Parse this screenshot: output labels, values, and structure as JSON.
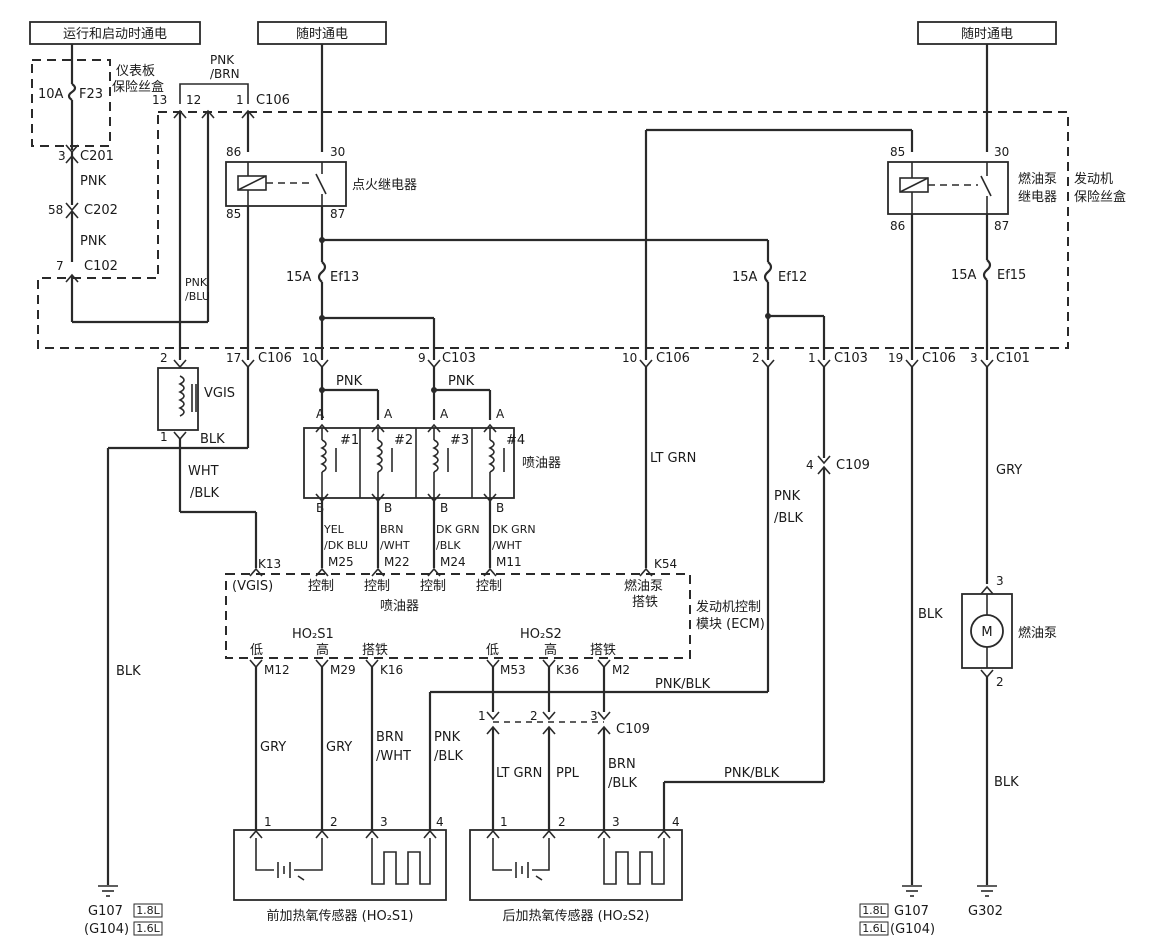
{
  "top": {
    "run_start": "运行和启动时通电",
    "battery_left": "随时通电",
    "battery_right": "随时通电"
  },
  "panel_fuse": {
    "box_label_1": "仪表板",
    "box_label_2": "保险丝盒",
    "rating": "10A",
    "name": "F23"
  },
  "left_connectors": {
    "c201_pin": "3",
    "c201": "C201",
    "wire_1": "PNK",
    "c202_pin": "58",
    "c202": "C202",
    "wire_2": "PNK",
    "c102_pin": "7",
    "c102": "C102"
  },
  "top_connector": {
    "wire_1": "PNK",
    "wire_2": "/BRN",
    "pin_13": "13",
    "pin_12": "12",
    "pin_1": "1",
    "name": "C106"
  },
  "pnk_blu": {
    "line_1": "PNK",
    "line_2": "/BLU"
  },
  "ignition_relay": {
    "name": "点火继电器",
    "pin_86": "86",
    "pin_30": "30",
    "pin_85": "85",
    "pin_87": "87"
  },
  "fuel_pump_relay": {
    "name_1": "燃油泵",
    "name_2": "继电器",
    "pin_85": "85",
    "pin_30": "30",
    "pin_86": "86",
    "pin_87": "87"
  },
  "engine_fuse_box": {
    "line_1": "发动机",
    "line_2": "保险丝盒"
  },
  "fuses": {
    "ef13_rating": "15A",
    "ef13": "Ef13",
    "ef12_rating": "15A",
    "ef12": "Ef12",
    "ef15_rating": "15A",
    "ef15": "Ef15"
  },
  "bottom_connectors": {
    "c2_pin": "2",
    "c17_pin": "17",
    "c17": "C106",
    "c10_pin": "10",
    "c9_pin": "9",
    "c9": "C103",
    "c10b_pin": "10",
    "c10b": "C106",
    "c2b_pin": "2",
    "c1_pin": "1",
    "c1": "C103",
    "c19_pin": "19",
    "c19": "C106",
    "c3_pin": "3",
    "c3": "C101"
  },
  "vgis": {
    "name": "VGIS",
    "pin_1": "1",
    "wire_blk": "BLK",
    "wire_wht_1": "WHT",
    "wire_wht_2": "/BLK"
  },
  "injectors": {
    "bus_1": "PNK",
    "bus_2": "PNK",
    "label": "喷油器",
    "items": [
      {
        "name": "#1",
        "pin_a": "A",
        "pin_b": "B",
        "wire_1": "YEL",
        "wire_2": "/DK BLU",
        "ecm_pin": "M25"
      },
      {
        "name": "#2",
        "pin_a": "A",
        "pin_b": "B",
        "wire_1": "BRN",
        "wire_2": "/WHT",
        "ecm_pin": "M22"
      },
      {
        "name": "#3",
        "pin_a": "A",
        "pin_b": "B",
        "wire_1": "DK GRN",
        "wire_2": "/BLK",
        "ecm_pin": "M24"
      },
      {
        "name": "#4",
        "pin_a": "A",
        "pin_b": "B",
        "wire_1": "DK GRN",
        "wire_2": "/WHT",
        "ecm_pin": "M11"
      }
    ]
  },
  "wires": {
    "lt_grn": "LT GRN",
    "pnk_blk_1": "PNK",
    "pnk_blk_2": "/BLK",
    "gry_pump": "GRY",
    "blk_left": "BLK",
    "blk_g107": "BLK",
    "blk_g302": "BLK",
    "pnk_blk_h1": "PNK/BLK",
    "pnk_blk_h2": "PNK/BLK"
  },
  "c109": {
    "pin_4": "4",
    "name": "C109"
  },
  "ecm": {
    "name_1": "发动机控制",
    "name_2": "模块 (ECM)",
    "k13": "K13",
    "k54": "K54",
    "vgis": "(VGIS)",
    "control": "控制",
    "injector": "喷油器",
    "fuel_pump_1": "燃油泵",
    "fuel_pump_2": "搭铁",
    "ho2s1": "HO₂S1",
    "ho2s2": "HO₂S2",
    "low": "低",
    "high": "高",
    "ground": "搭铁",
    "m12": "M12",
    "m29": "M29",
    "k16": "K16",
    "m53": "M53",
    "k36": "K36",
    "m2": "M2"
  },
  "sensor_wires": {
    "s1_gry_1": "GRY",
    "s1_gry_2": "GRY",
    "s1_brn_1": "BRN",
    "s1_brn_2": "/WHT",
    "s1_pnk_1": "PNK",
    "s1_pnk_2": "/BLK",
    "s2_ltgrn": "LT GRN",
    "s2_ppl": "PPL",
    "s2_brn_1": "BRN",
    "s2_brn_2": "/BLK",
    "c109_name": "C109",
    "c109_p1": "1",
    "c109_p2": "2",
    "c109_p3": "3"
  },
  "sensor_1": {
    "name": "前加热氧传感器 (HO₂S1)",
    "p1": "1",
    "p2": "2",
    "p3": "3",
    "p4": "4"
  },
  "sensor_2": {
    "name": "后加热氧传感器 (HO₂S2)",
    "p1": "1",
    "p2": "2",
    "p3": "3",
    "p4": "4"
  },
  "fuel_pump": {
    "name": "燃油泵",
    "pin_3": "3",
    "pin_2": "2",
    "motor": "M"
  },
  "grounds": {
    "left_g107": "G107",
    "left_g104": "(G104)",
    "left_18": "1.8L",
    "left_16": "1.6L",
    "right_g107": "G107",
    "right_g104": "(G104)",
    "right_18": "1.8L",
    "right_16": "1.6L",
    "g302": "G302"
  }
}
